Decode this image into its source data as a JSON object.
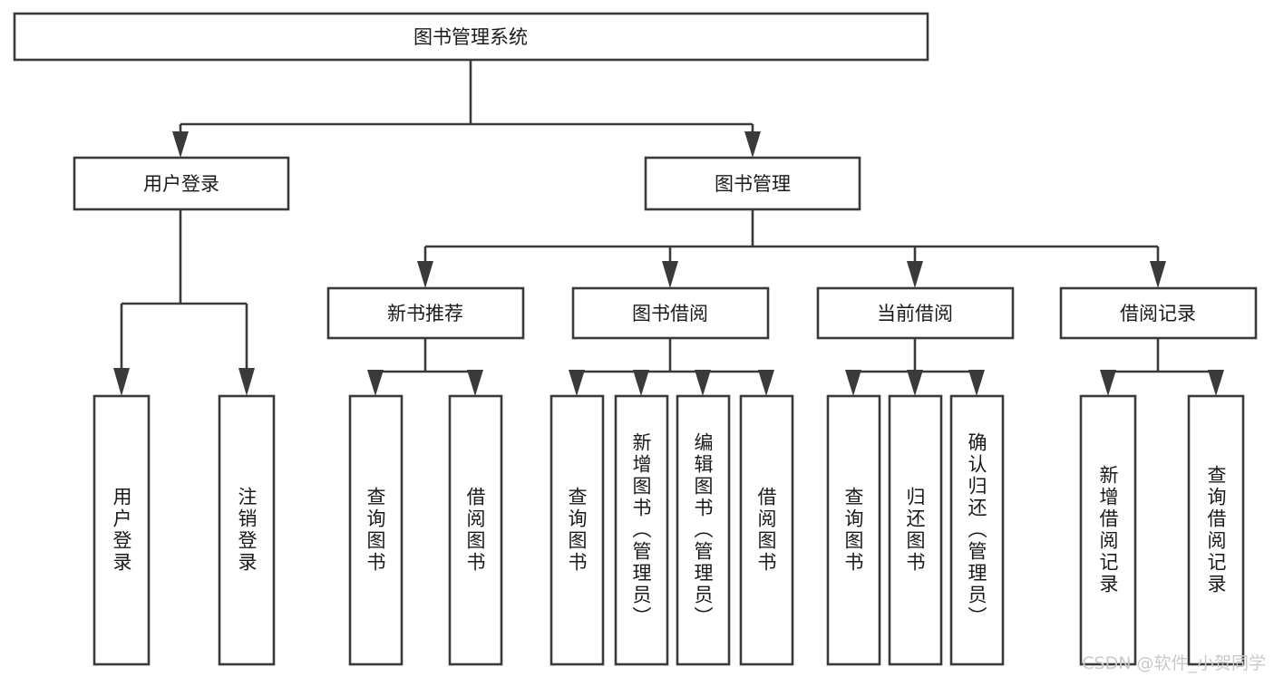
{
  "diagram": {
    "title": "图书管理系统",
    "type": "tree",
    "background_color": "#ffffff",
    "line_color": "#3a3a3a",
    "text_color": "#1a1a1a",
    "watermark": "CSDN @软件_小贺同学",
    "watermark_color": "#c9c9c9",
    "levels": {
      "root": {
        "label": "图书管理系统"
      },
      "level2": [
        {
          "label": "用户登录"
        },
        {
          "label": "图书管理"
        }
      ],
      "level3": [
        {
          "label": "新书推荐"
        },
        {
          "label": "图书借阅"
        },
        {
          "label": "当前借阅"
        },
        {
          "label": "借阅记录"
        }
      ],
      "leaves": {
        "user_login": [
          {
            "label": "用户登录"
          },
          {
            "label": "注销登录"
          }
        ],
        "new_book_recommend": [
          {
            "label": "查询图书"
          },
          {
            "label": "借阅图书"
          }
        ],
        "book_borrow": [
          {
            "label": "查询图书"
          },
          {
            "label": "新增图书（管理员）"
          },
          {
            "label": "编辑图书（管理员）"
          },
          {
            "label": "借阅图书"
          }
        ],
        "current_borrow": [
          {
            "label": "查询图书"
          },
          {
            "label": "归还图书"
          },
          {
            "label": "确认归还（管理员）"
          }
        ],
        "borrow_record": [
          {
            "label": "新增借阅记录"
          },
          {
            "label": "查询借阅记录"
          }
        ]
      }
    }
  }
}
